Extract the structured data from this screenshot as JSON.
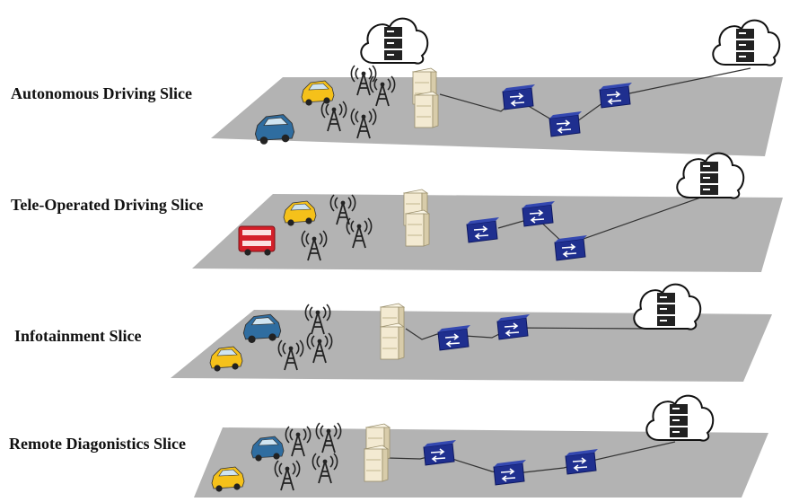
{
  "slices": [
    {
      "label": "Autonomous Driving Slice"
    },
    {
      "label": "Tele-Operated Driving Slice"
    },
    {
      "label": "Infotainment Slice"
    },
    {
      "label": "Remote Diagonistics Slice"
    }
  ],
  "colors": {
    "plane": "#b3b3b3",
    "switch": "#1f2f8f",
    "server": "#f3ead2",
    "car_yellow": "#f5c11a",
    "car_blue": "#2f6da0",
    "bus_red": "#d4202a",
    "cloud_stroke": "#111111",
    "link": "#333333"
  },
  "icons": [
    "cloud-server-icon",
    "network-switch-icon",
    "server-rack-icon",
    "antenna-tower-icon",
    "car-icon",
    "bus-icon"
  ]
}
